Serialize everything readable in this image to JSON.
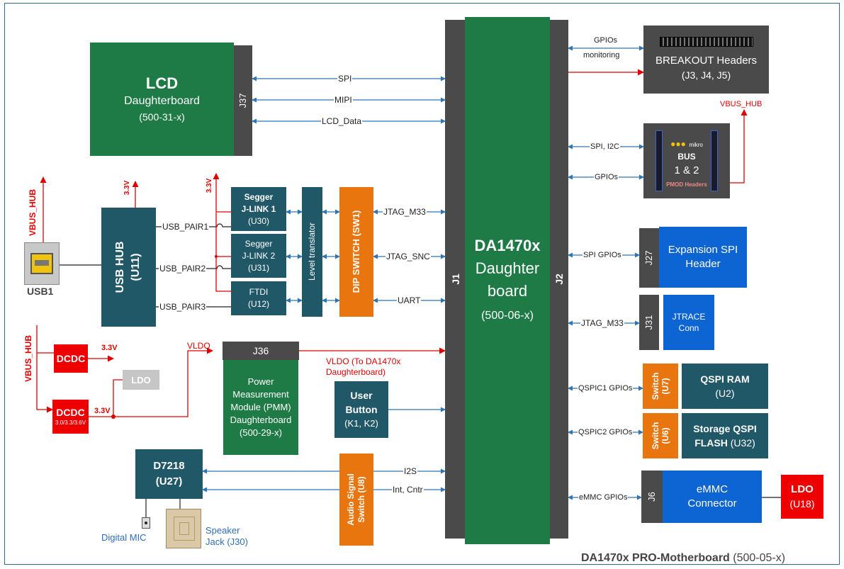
{
  "lcd": {
    "title": "LCD",
    "sub": "Daughterboard",
    "part": "(500-31-x)",
    "connector": "J37"
  },
  "main": {
    "title": "DA1470x",
    "line1": "Daughter",
    "line2": "board",
    "part": "(500-06-x)",
    "j1": "J1",
    "j2": "J2"
  },
  "breakout": {
    "line1": "BREAKOUT  Headers",
    "line2": "(J3, J4, J5)"
  },
  "mikrobus": {
    "brand_small": "mikro",
    "brand": "BUS",
    "label": "1 & 2",
    "pmod": "PMOD Headers"
  },
  "expansion": {
    "connector": "J27",
    "line1": "Expansion SPI",
    "line2": "Header"
  },
  "jtrace": {
    "connector": "J31",
    "line1": "JTRACE",
    "line2": "Conn"
  },
  "qspi_ram": {
    "switch": "Switch (U7)",
    "line1": "QSPI RAM",
    "line2": "(U2)"
  },
  "qspi_flash": {
    "switch": "Switch (U6)",
    "line1": "Storage QSPI",
    "line2": "FLASH",
    "line3": "(U32)"
  },
  "emmc": {
    "connector": "J6",
    "line1": "eMMC",
    "line2": "Connector"
  },
  "ldo_u18": {
    "line1": "LDO",
    "line2": "(U18)"
  },
  "usb_hub": {
    "line1": "USB HUB",
    "line2": "(U11)"
  },
  "usb1": {
    "label": "USB1"
  },
  "jlink1": {
    "line1": "Segger",
    "line2": "J-LINK 1",
    "line3": "(U30)"
  },
  "jlink2": {
    "line1": "Segger",
    "line2": "J-LINK 2",
    "line3": "(U31)"
  },
  "ftdi": {
    "line1": "FTDI",
    "line2": "(U12)"
  },
  "level": {
    "label": "Level translator"
  },
  "dip": {
    "label": "DIP SWITCH (SW1)"
  },
  "dcdc1": {
    "label": "DCDC"
  },
  "dcdc2": {
    "label": "DCDC",
    "sub": "3.0/3.3/3.6V"
  },
  "ldo_small": {
    "label": "LDO"
  },
  "j36": {
    "label": "J36"
  },
  "pmm": {
    "line1": "Power",
    "line2": "Measurement",
    "line3": "Module (PMM)",
    "line4": "Daughterboard",
    "line5": "(500-29-x)"
  },
  "user_button": {
    "line1": "User",
    "line2": "Button",
    "line3": "(K1, K2)"
  },
  "d7218": {
    "line1": "D7218",
    "line2": "(U27)"
  },
  "audio_switch": {
    "line1": "Audio Signal",
    "line2": "Switch (U8)"
  },
  "digital_mic": {
    "label": "Digital MIC"
  },
  "speaker": {
    "line1": "Speaker",
    "line2": "Jack (J30)"
  },
  "signals": {
    "spi": "SPI",
    "mipi": "MIPI",
    "lcd_data": "LCD_Data",
    "gpios_monitoring_1": "GPIOs",
    "gpios_monitoring_2": "monitoring",
    "vbus_hub": "VBUS_HUB",
    "spi_i2c": "SPI, I2C",
    "gpios": "GPIOs",
    "spi_gpios": "SPI GPIOs",
    "jtag_m33_right": "JTAG_M33",
    "qspic1": "QSPIC1 GPIOs",
    "qspic2": "QSPIC2 GPIOs",
    "emmc_gpios": "eMMC GPIOs",
    "jtag_m33": "JTAG_M33",
    "jtag_snc": "JTAG_SNC",
    "uart": "UART",
    "usb_pair1": "USB_PAIR1",
    "usb_pair2": "USB_PAIR2",
    "usb_pair3": "USB_PAIR3",
    "v33_a": "3.3V",
    "v33_b": "3.3V",
    "v33_c": "3.3V",
    "v33_d": "3.3V",
    "vbus_hub_left": "VBUS_HUB",
    "vbus_hub_left2": "VBUS_HUB",
    "vldo": "VLDO",
    "vldo_to_1": "VLDO (To DA1470x",
    "vldo_to_2": "Daughterboard)",
    "i2s": "I2S",
    "int_cntr": "Int, Cntr"
  },
  "footer": {
    "bold": "DA1470x PRO-Motherboard",
    "rest": " (500-05-x)"
  }
}
